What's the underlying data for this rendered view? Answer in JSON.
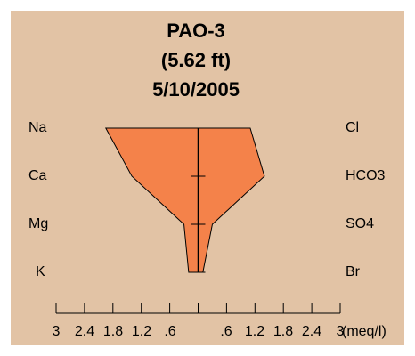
{
  "colors": {
    "background": "#e2c3a5",
    "fill": "#f4824a",
    "stroke": "#000000"
  },
  "chart_data": {
    "type": "stiff-diagram",
    "title_lines": [
      "PAO-3",
      "(5.62 ft)",
      "5/10/2005"
    ],
    "unit": "(meq/l)",
    "xlim": [
      -3,
      3
    ],
    "x_ticks": [
      -3,
      -2.4,
      -1.8,
      -1.2,
      -0.6,
      0,
      0.6,
      1.2,
      1.8,
      2.4,
      3
    ],
    "x_tick_labels": [
      "3",
      "2.4",
      "1.8",
      "1.2",
      ".6",
      "",
      ".6",
      "1.2",
      "1.8",
      "2.4",
      "3"
    ],
    "cations": [
      {
        "name": "Na",
        "value": 1.95
      },
      {
        "name": "Ca",
        "value": 1.4
      },
      {
        "name": "Mg",
        "value": 0.3
      },
      {
        "name": "K",
        "value": 0.2
      }
    ],
    "anions": [
      {
        "name": "Cl",
        "value": 1.1
      },
      {
        "name": "HCO3",
        "value": 1.4
      },
      {
        "name": "SO4",
        "value": 0.3
      },
      {
        "name": "Br",
        "value": 0.1
      }
    ]
  }
}
